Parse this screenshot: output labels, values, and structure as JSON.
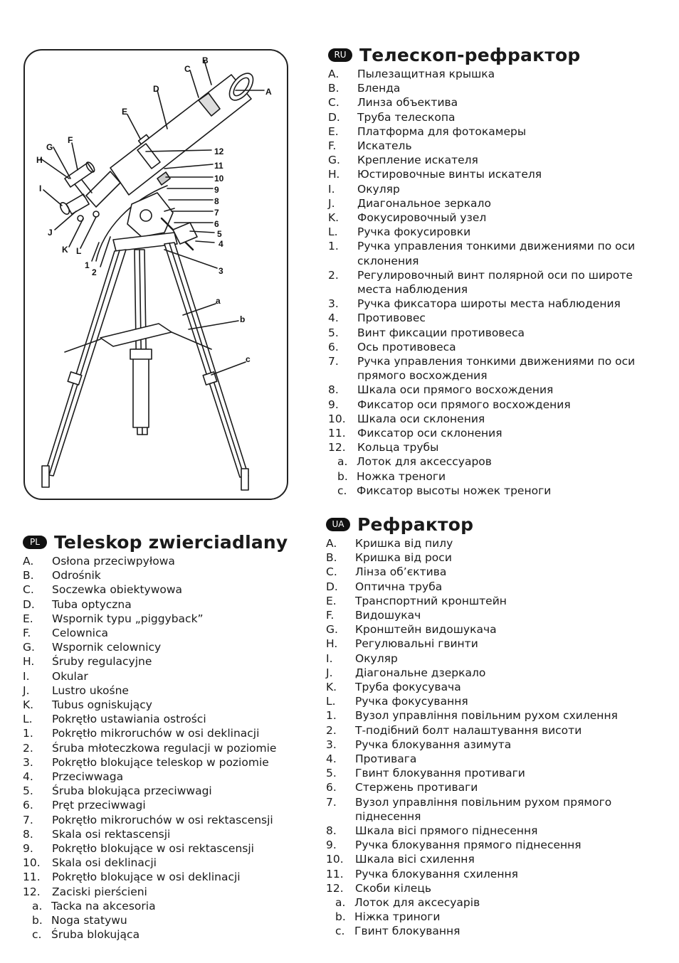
{
  "figure": {
    "callouts": {
      "A": "A",
      "B": "B",
      "C": "C",
      "D": "D",
      "E": "E",
      "F": "F",
      "G": "G",
      "H": "H",
      "I": "I",
      "J": "J",
      "K": "K",
      "L": "L",
      "n1": "1",
      "n2": "2",
      "n3": "3",
      "n4": "4",
      "n5": "5",
      "n6": "6",
      "n7": "7",
      "n8": "8",
      "n9": "9",
      "n10": "10",
      "n11": "11",
      "n12": "12",
      "a": "a",
      "b": "b",
      "c": "c"
    }
  },
  "ru": {
    "badge": "RU",
    "title": "Телескоп-рефрактор",
    "items": [
      {
        "key": "A.",
        "text": "Пылезащитная крышка"
      },
      {
        "key": "B.",
        "text": "Бленда"
      },
      {
        "key": "C.",
        "text": "Линза объектива"
      },
      {
        "key": "D.",
        "text": "Труба телескопа"
      },
      {
        "key": "E.",
        "text": "Платформа для фотокамеры"
      },
      {
        "key": "F.",
        "text": "Искатель"
      },
      {
        "key": "G.",
        "text": "Крепление искателя"
      },
      {
        "key": "H.",
        "text": "Юстировочные винты искателя"
      },
      {
        "key": "I.",
        "text": "Окуляр"
      },
      {
        "key": "J.",
        "text": "Диагональное зеркало"
      },
      {
        "key": "K.",
        "text": "Фокусировочный узел"
      },
      {
        "key": "L.",
        "text": "Ручка фокусировки"
      },
      {
        "key": "1.",
        "text": "Ручка управления тонкими движениями по оси склонения"
      },
      {
        "key": "2.",
        "text": "Регулировочный винт полярной оси по широте места наблюдения"
      },
      {
        "key": "3.",
        "text": "Ручка фиксатора широты места наблюдения"
      },
      {
        "key": "4.",
        "text": "Противовес"
      },
      {
        "key": "5.",
        "text": "Винт фиксации противовеса"
      },
      {
        "key": "6.",
        "text": "Ось противовеса"
      },
      {
        "key": "7.",
        "text": "Ручка управления тонкими движениями по оси прямого восхождения"
      },
      {
        "key": "8.",
        "text": "Шкала оси прямого восхождения"
      },
      {
        "key": "9.",
        "text": "Фиксатор оси прямого восхождения"
      },
      {
        "key": "10.",
        "text": "Шкала оси склонения"
      },
      {
        "key": "11.",
        "text": "Фиксатор оси склонения"
      },
      {
        "key": "12.",
        "text": "Кольца трубы"
      },
      {
        "key": "a.",
        "text": "Лоток для аксессуаров"
      },
      {
        "key": "b.",
        "text": "Ножка треноги"
      },
      {
        "key": "c.",
        "text": "Фиксатор высоты ножек треноги"
      }
    ]
  },
  "ua": {
    "badge": "UA",
    "title": "Рефрактор",
    "items": [
      {
        "key": "A.",
        "text": "Кришка від пилу"
      },
      {
        "key": "B.",
        "text": "Кришка від роси"
      },
      {
        "key": "C.",
        "text": "Лінза об’єктива"
      },
      {
        "key": "D.",
        "text": "Оптична труба"
      },
      {
        "key": "E.",
        "text": "Транспортний кронштейн"
      },
      {
        "key": "F.",
        "text": "Видошукач"
      },
      {
        "key": "G.",
        "text": "Кронштейн видошукача"
      },
      {
        "key": "H.",
        "text": "Регулювальні гвинти"
      },
      {
        "key": "I.",
        "text": "Окуляр"
      },
      {
        "key": "J.",
        "text": "Діагональне дзеркало"
      },
      {
        "key": "K.",
        "text": "Труба фокусувача"
      },
      {
        "key": "L.",
        "text": "Ручка фокусування"
      },
      {
        "key": "1.",
        "text": "Вузол управління повільним рухом схилення"
      },
      {
        "key": "2.",
        "text": "Т-подібний болт налаштування висоти"
      },
      {
        "key": "3.",
        "text": "Ручка блокування азимута"
      },
      {
        "key": "4.",
        "text": "Противага"
      },
      {
        "key": "5.",
        "text": "Гвинт блокування противаги"
      },
      {
        "key": "6.",
        "text": "Стержень противаги"
      },
      {
        "key": "7.",
        "text": "Вузол управління повільним рухом прямого піднесення"
      },
      {
        "key": "8.",
        "text": "Шкала вісі прямого піднесення"
      },
      {
        "key": "9.",
        "text": "Ручка блокування прямого піднесення"
      },
      {
        "key": "10.",
        "text": "Шкала вісі схилення"
      },
      {
        "key": "11.",
        "text": "Ручка блокування схилення"
      },
      {
        "key": "12.",
        "text": "Скоби кілець"
      },
      {
        "key": "a.",
        "text": "Лоток для аксесуарів"
      },
      {
        "key": "b.",
        "text": "Ніжка триноги"
      },
      {
        "key": "c.",
        "text": "Гвинт блокування"
      }
    ]
  },
  "pl": {
    "badge": "PL",
    "title": "Teleskop zwierciadlany",
    "items": [
      {
        "key": "A.",
        "text": "Osłona przeciwpyłowa"
      },
      {
        "key": "B.",
        "text": "Odrośnik"
      },
      {
        "key": "C.",
        "text": "Soczewka obiektywowa"
      },
      {
        "key": "D.",
        "text": "Tuba optyczna"
      },
      {
        "key": "E.",
        "text": "Wspornik typu „piggyback”"
      },
      {
        "key": "F.",
        "text": "Celownica"
      },
      {
        "key": "G.",
        "text": "Wspornik celownicy"
      },
      {
        "key": "H.",
        "text": "Śruby regulacyjne"
      },
      {
        "key": "I.",
        "text": "Okular"
      },
      {
        "key": "J.",
        "text": "Lustro ukośne"
      },
      {
        "key": "K.",
        "text": "Tubus ogniskujący"
      },
      {
        "key": "L.",
        "text": "Pokrętło ustawiania ostrości"
      },
      {
        "key": "1.",
        "text": "Pokrętło mikroruchów w osi deklinacji"
      },
      {
        "key": "2.",
        "text": "Śruba młoteczkowa regulacji w poziomie"
      },
      {
        "key": "3.",
        "text": "Pokrętło blokujące teleskop w poziomie"
      },
      {
        "key": "4.",
        "text": "Przeciwwaga"
      },
      {
        "key": "5.",
        "text": "Śruba blokująca przeciwwagi"
      },
      {
        "key": "6.",
        "text": "Pręt przeciwwagi"
      },
      {
        "key": "7.",
        "text": "Pokrętło mikroruchów w osi rektascensji"
      },
      {
        "key": "8.",
        "text": "Skala osi rektascensji"
      },
      {
        "key": "9.",
        "text": "Pokrętło blokujące w osi rektascensji"
      },
      {
        "key": "10.",
        "text": "Skala osi deklinacji"
      },
      {
        "key": "11.",
        "text": "Pokrętło blokujące w osi deklinacji"
      },
      {
        "key": "12.",
        "text": "Zaciski pierścieni"
      },
      {
        "key": "a.",
        "text": "Tacka na akcesoria"
      },
      {
        "key": "b.",
        "text": "Noga statywu"
      },
      {
        "key": "c.",
        "text": "Śruba blokująca"
      }
    ]
  }
}
